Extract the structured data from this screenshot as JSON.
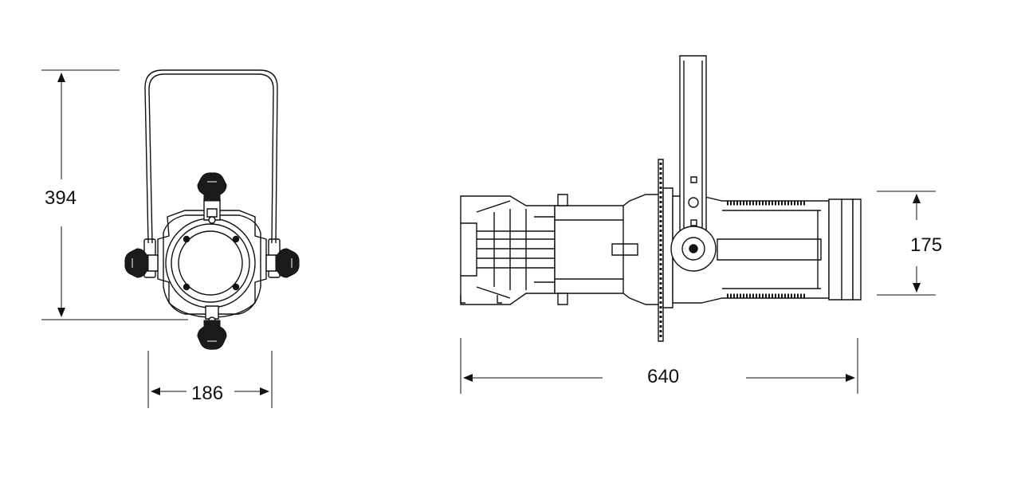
{
  "dimensions": {
    "height": "394",
    "width": "186",
    "length": "640",
    "lens_height": "175"
  },
  "colors": {
    "line": "#111111",
    "background": "#ffffff",
    "knob": "#1a1a1a"
  }
}
